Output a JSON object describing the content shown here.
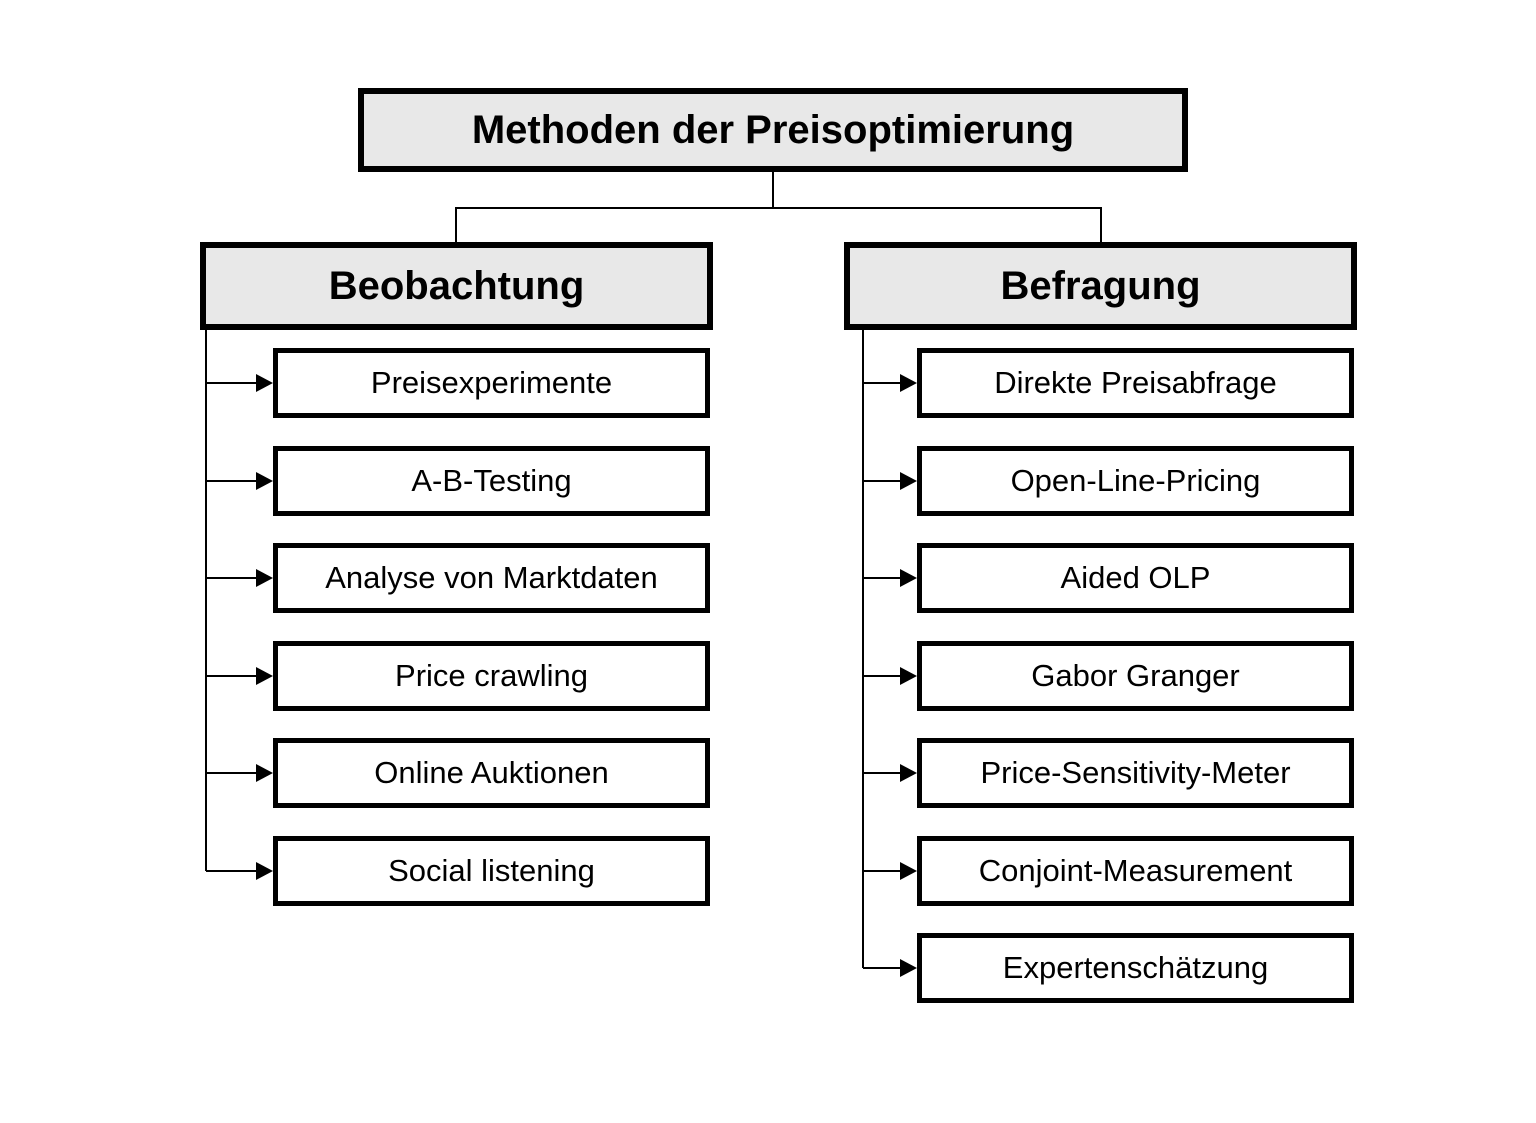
{
  "root": {
    "label": "Methoden der Preisoptimierung"
  },
  "branches": [
    {
      "label": "Beobachtung",
      "items": [
        "Preisexperimente",
        "A-B-Testing",
        "Analyse von Marktdaten",
        "Price crawling",
        "Online Auktionen",
        "Social listening"
      ]
    },
    {
      "label": "Befragung",
      "items": [
        "Direkte Preisabfrage",
        "Open-Line-Pricing",
        "Aided OLP",
        "Gabor Granger",
        "Price-Sensitivity-Meter",
        "Conjoint-Measurement",
        "Expertenschätzung"
      ]
    }
  ],
  "colors": {
    "background": "#ffffff",
    "node_fill": "#e8e8e8",
    "leaf_fill": "#ffffff",
    "border": "#000000",
    "line": "#000000"
  }
}
